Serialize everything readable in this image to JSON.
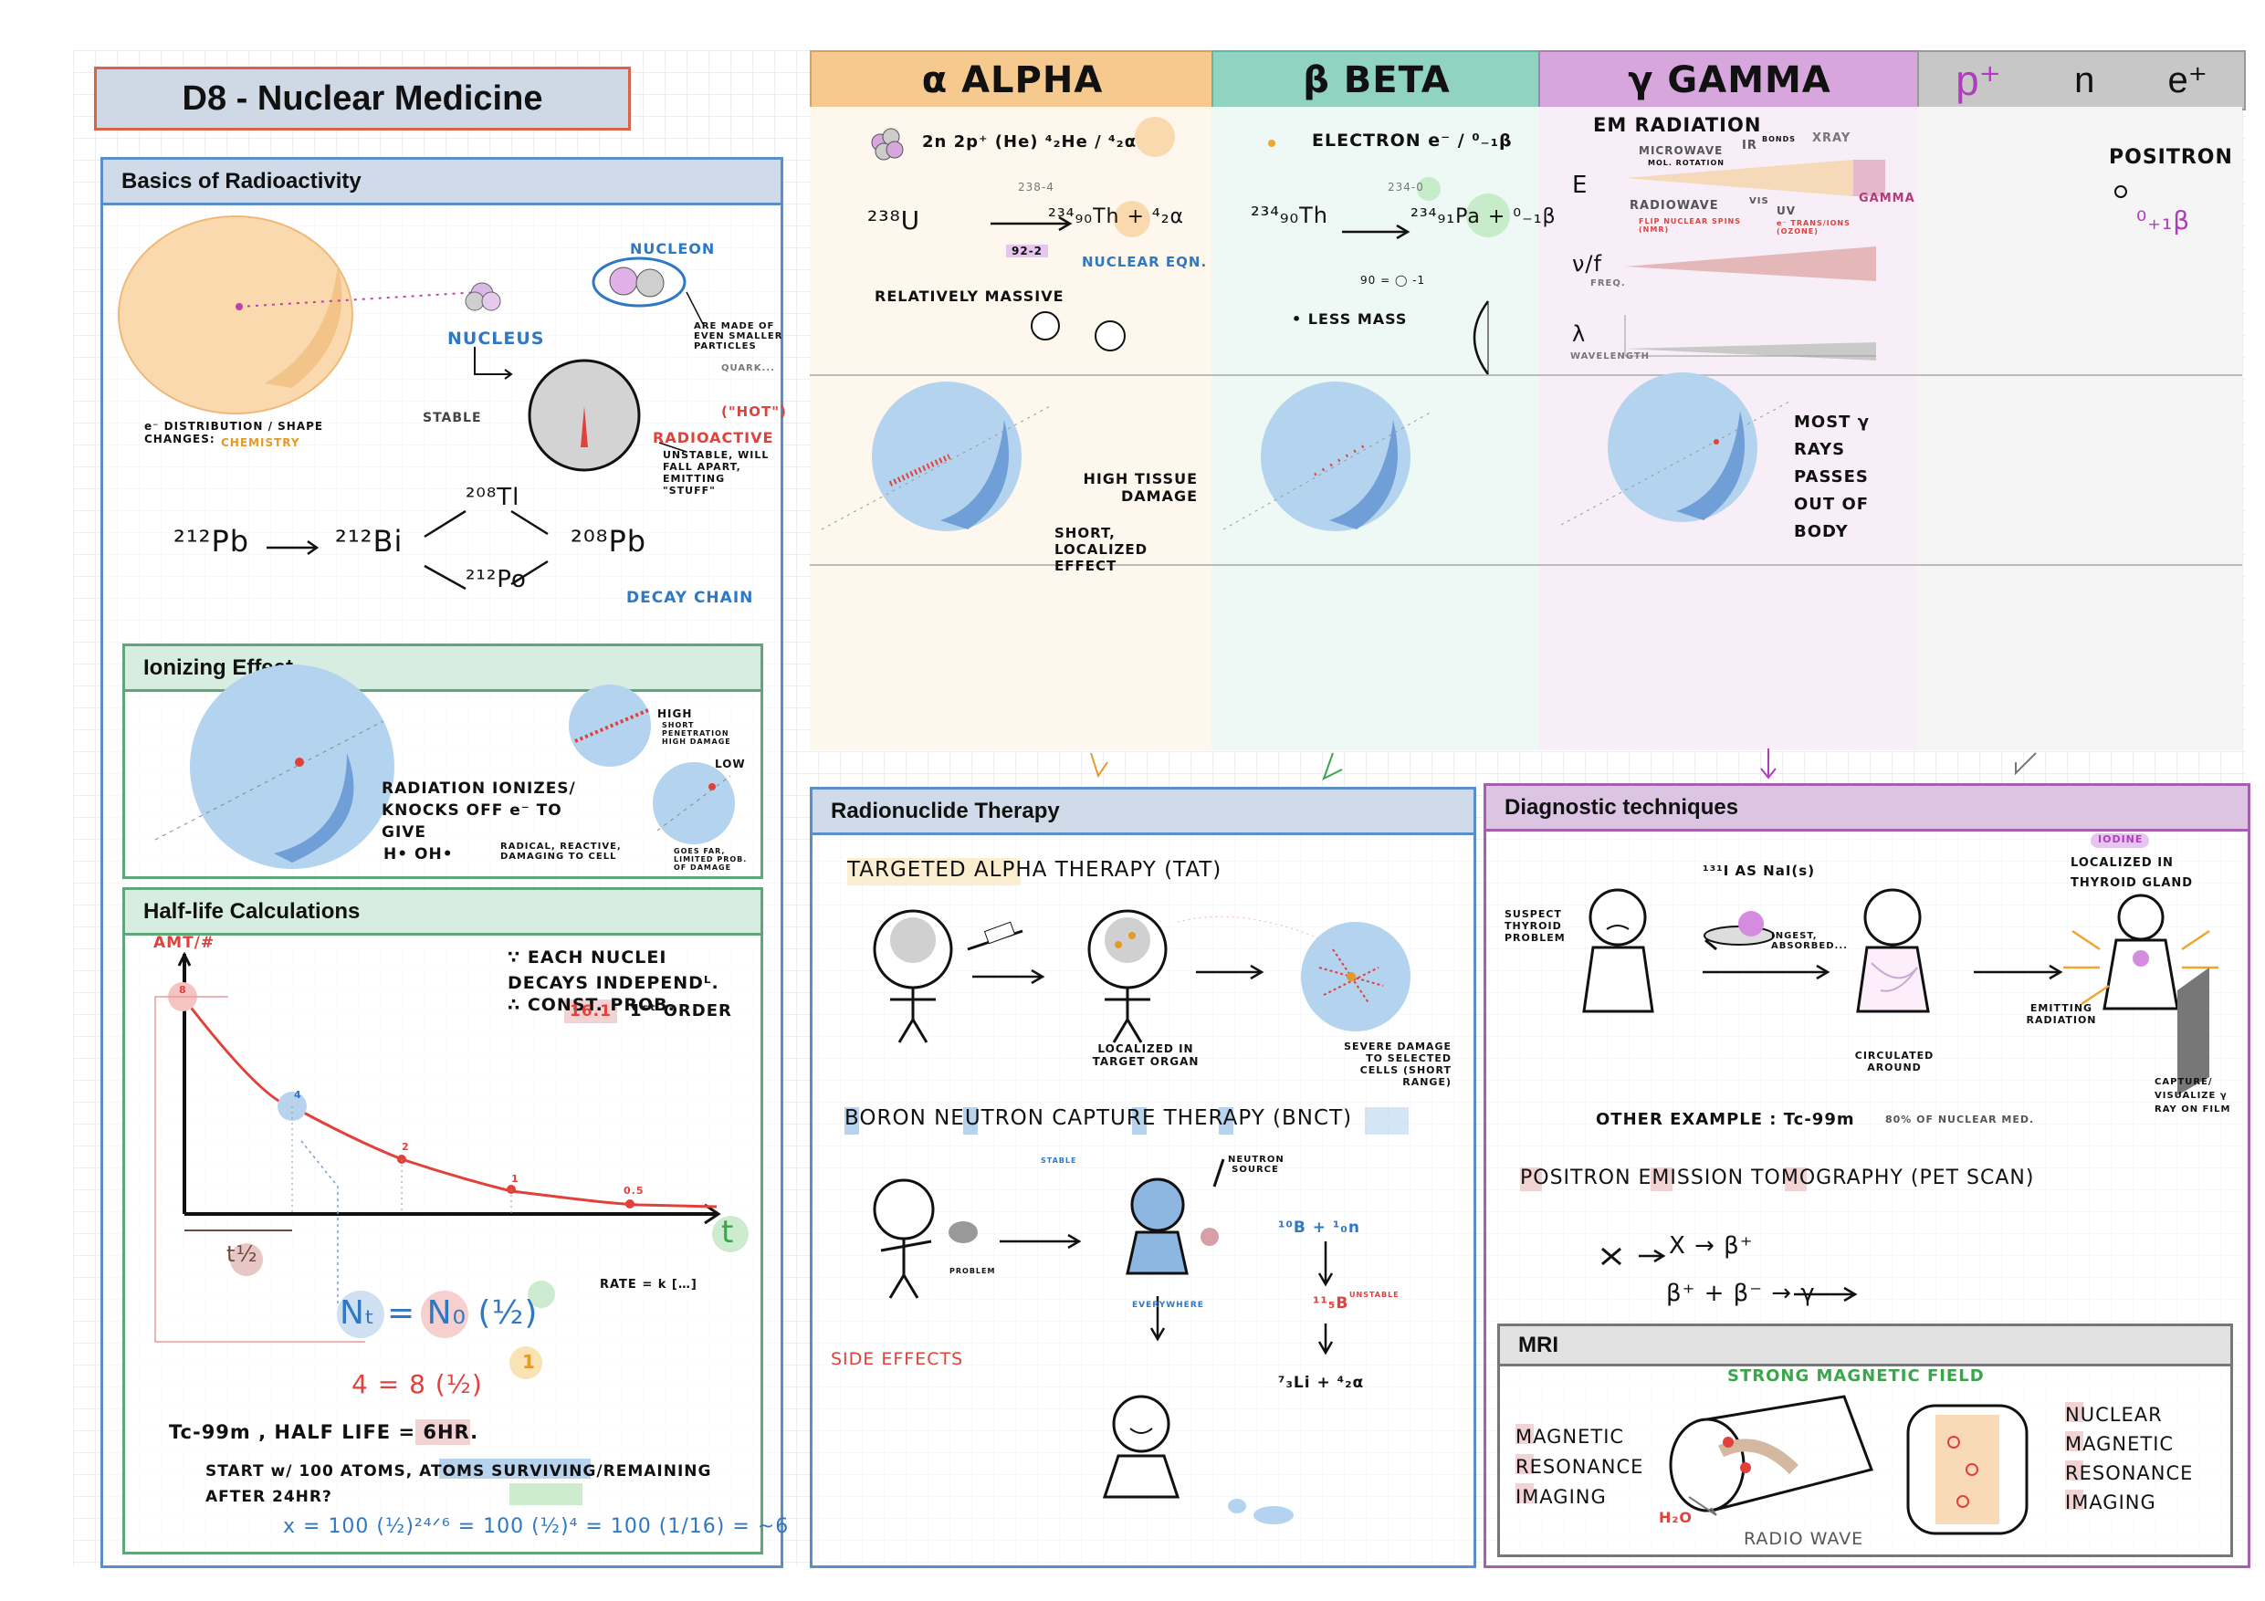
{
  "title": "D8 - Nuclear Medicine",
  "sections": {
    "basics": "Basics of Radioactivity",
    "ionizing": "Ionizing Effect",
    "halflife": "Half-life Calculations",
    "therapy": "Radionuclide Therapy",
    "diagnostic": "Diagnostic techniques",
    "mri": "MRI"
  },
  "columns": {
    "alpha": "α  ALPHA",
    "beta": "β   BETA",
    "gamma": "γ GAMMA",
    "other_p": "p⁺",
    "other_n": "n",
    "other_e": "e⁺"
  },
  "basics": {
    "nucleon": "NUCLEON",
    "nucleus": "NUCLEUS",
    "made_of": "ARE MADE OF EVEN SMALLER PARTICLES",
    "quark": "QUARK...",
    "stable": "STABLE",
    "hot": "(\"HOT\")",
    "radioactive": "RADIOACTIVE",
    "unstable": "UNSTABLE, WILL FALL APART, EMITTING \"STUFF\"",
    "e_dist": "e⁻ DISTRIBUTION / SHAPE CHANGES:",
    "chemistry": "CHEMISTRY",
    "decay_chain": "DECAY CHAIN",
    "pb212": "²¹²Pb",
    "bi212": "²¹²Bi",
    "tl208": "²⁰⁸Tl",
    "po212": "²¹²Po",
    "pb208": "²⁰⁸Pb"
  },
  "ionizing": {
    "main": "RADIATION IONIZES/ KNOCKS OFF e⁻ TO GIVE",
    "ions": "H•   OH•",
    "radical": "RADICAL, REACTIVE, DAMAGING TO CELL",
    "high": "HIGH",
    "high_sub": "SHORT PENETRATION HIGH DAMAGE",
    "low": "LOW",
    "low_sub": "GOES FAR, LIMITED PROB. OF DAMAGE"
  },
  "halflife": {
    "yaxis": "AMT/#",
    "xaxis": "t",
    "half": "t½",
    "p1": "∵ EACH NUCLEI DECAYS INDEPENDᴸ.",
    "p2": "∴ CONST. PROB.",
    "p3": "16.1",
    "p3b": "1ˢᵗ ORDER",
    "eq": "Nₜ = N₀ (½)",
    "rate": "RATE = k […]",
    "ex": "4 = 8 (½)",
    "ex_exp": "1",
    "tc": "Tc-99m ,  HALF LIFE = 6HR.",
    "start": "START w/ 100 ATOMS,  ATOMS SURVIVING/REMAINING AFTER 24HR?",
    "calc": "x = 100 (½)²⁴ᐟ⁶ = 100 (½)⁴ = 100 (1/16) = ~6",
    "pts": [
      "8",
      "4",
      "2",
      "1",
      "0.5"
    ]
  },
  "alpha": {
    "comp": "2n 2p⁺   (He)    ⁴₂He / ⁴₂α",
    "eq_left": "²³⁸U",
    "eq_right": "²³⁴₉₀Th + ⁴₂α",
    "top": "238-4",
    "bot": "92-2",
    "nuclear": "NUCLEAR EQN.",
    "massive": "RELATIVELY MASSIVE",
    "damage1": "HIGH TISSUE DAMAGE",
    "damage2": "SHORT, LOCALIZED EFFECT"
  },
  "beta": {
    "electron": "ELECTRON    e⁻ / ⁰₋₁β",
    "eq_left": "²³⁴₉₀Th",
    "eq_right": "²³⁴₉₁Pa + ⁰₋₁β",
    "top": "234-0",
    "bot": "90 = ◯ -1",
    "less": "• LESS MASS"
  },
  "gamma": {
    "em": "EM RADIATION",
    "e": "E",
    "microwave": "MICROWAVE",
    "mol": "MOL. ROTATION",
    "ir": "IR",
    "bonds": "BONDS",
    "xray": "XRAY",
    "radiowave": "RADIOWAVE",
    "flip": "FLIP NUCLEAR SPINS (NMR)",
    "vis": "VIS",
    "uv": "UV",
    "etrans": "e⁻ TRANS/IONS (OZONE)",
    "gamma": "GAMMA",
    "freq": "ν/f",
    "freq_s": "FREQ.",
    "lambda": "λ",
    "wave": "WAVELENGTH",
    "pass": "MOST γ RAYS PASSES OUT OF BODY"
  },
  "positron": {
    "label": "POSITRON",
    "sym": "⁰₊₁β"
  },
  "therapy": {
    "tat": "TARGETED ALPHA THERAPY (TAT)",
    "localized": "LOCALIZED IN TARGET ORGAN",
    "severe": "SEVERE DAMAGE TO SELECTED CELLS (SHORT RANGE)",
    "bnct": "BORON NEUTRON CAPTURE THERAPY (BNCT)",
    "stable": "STABLE",
    "problem": "PROBLEM",
    "everywhere": "EVERYWHERE",
    "neutron": "NEUTRON SOURCE",
    "b10": "¹⁰B + ¹₀n",
    "b11": "¹¹₅B",
    "unstable": "UNSTABLE",
    "products": "⁷₃Li + ⁴₂α",
    "side": "SIDE EFFECTS"
  },
  "diagnostic": {
    "suspect": "SUSPECT THYROID PROBLEM",
    "i131": "¹³¹I  AS NaI(s)",
    "ingest": "INGEST, ABSORBED...",
    "circ": "CIRCULATED AROUND",
    "iodine": "IODINE",
    "localized": "LOCALIZED IN THYROID GLAND",
    "emitting": "EMITTING RADIATION",
    "capture": "CAPTURE/ VISUALIZE γ RAY ON FILM",
    "other": "OTHER EXAMPLE :   Tc-99m",
    "other_s": "80% OF NUCLEAR MED.",
    "pet": "POSITRON EMISSION TOMOGRAPHY (PET SCAN)",
    "pet_eq1": "X → β⁺",
    "pet_eq2": "β⁺ + β⁻ → γ"
  },
  "mri": {
    "strong": "STRONG MAGNETIC FIELD",
    "mri_full": "MAGNETIC RESONANCE IMAGING",
    "nmr_full": "NUCLEAR MAGNETIC RESONANCE IMAGING",
    "h2o": "H₂O",
    "radio": "RADIO WAVE"
  },
  "colors": {
    "alpha_bg": "#f6c98e",
    "beta_bg": "#8fd3c0",
    "gamma_bg": "#d6a6dc",
    "other_bg": "#c7c7c7",
    "accent_red": "#e0413a",
    "accent_blue": "#2f78c4"
  }
}
